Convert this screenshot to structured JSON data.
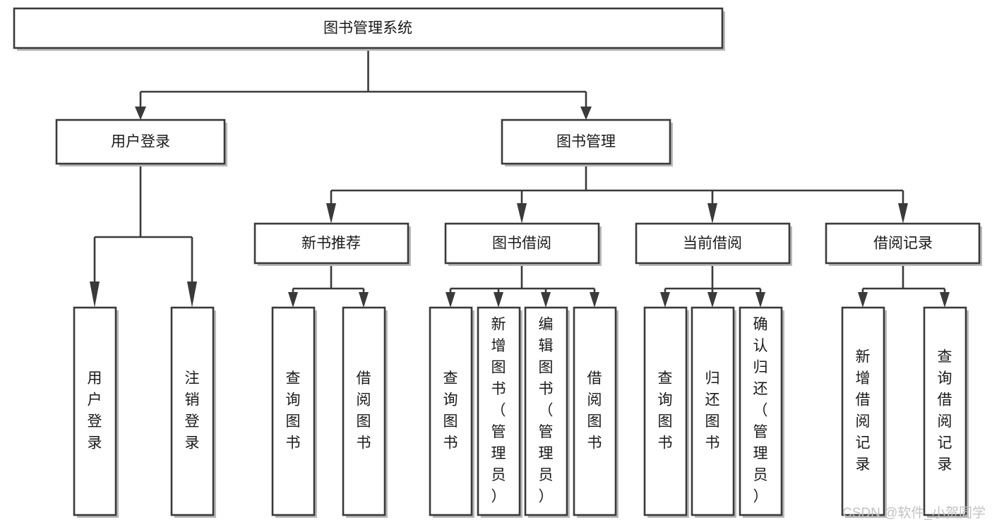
{
  "diagram": {
    "title": "图书管理系统",
    "type": "tree-hierarchy-diagram",
    "colors": {
      "box_stroke": "#3a3a3a",
      "box_fill": "#ffffff",
      "text": "#1a1a1a",
      "background": "#ffffff",
      "watermark": "#c2c2c2"
    },
    "root": {
      "label": "图书管理系统"
    },
    "level2": [
      {
        "label": "用户登录"
      },
      {
        "label": "图书管理"
      }
    ],
    "level3": [
      {
        "label": "新书推荐"
      },
      {
        "label": "图书借阅"
      },
      {
        "label": "当前借阅"
      },
      {
        "label": "借阅记录"
      }
    ],
    "leaves": {
      "user_login": [
        {
          "label": "用户登录"
        },
        {
          "label": "注销登录"
        }
      ],
      "new_book_recommend": [
        {
          "label": "查询图书"
        },
        {
          "label": "借阅图书"
        }
      ],
      "book_borrow": [
        {
          "label": "查询图书"
        },
        {
          "label": "新增图书（管理员）"
        },
        {
          "label": "编辑图书（管理员）"
        },
        {
          "label": "借阅图书"
        }
      ],
      "current_borrow": [
        {
          "label": "查询图书"
        },
        {
          "label": "归还图书"
        },
        {
          "label": "确认归还（管理员）"
        }
      ],
      "borrow_record": [
        {
          "label": "新增借阅记录"
        },
        {
          "label": "查询借阅记录"
        }
      ]
    }
  },
  "watermark": {
    "text": "CSDN @软件_小贺同学"
  }
}
